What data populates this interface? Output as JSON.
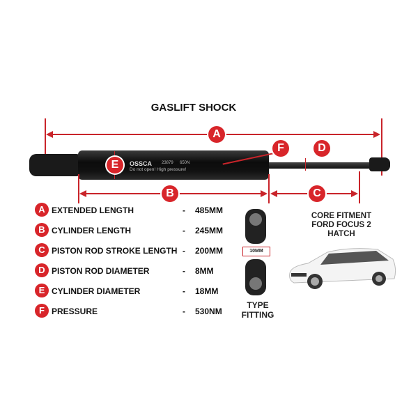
{
  "title": "GASLIFT SHOCK",
  "diagram": {
    "labels": [
      "A",
      "B",
      "C",
      "D",
      "E",
      "F"
    ],
    "brand": "OSSCA",
    "part_no": "23879",
    "force": "650N",
    "warning": "Do not open! High pressure!"
  },
  "specs": [
    {
      "letter": "A",
      "label": "EXTENDED LENGTH",
      "dash": "-",
      "value": "485MM"
    },
    {
      "letter": "B",
      "label": "CYLINDER LENGTH",
      "dash": "-",
      "value": "245MM"
    },
    {
      "letter": "C",
      "label": "PISTON ROD STROKE LENGTH",
      "dash": "-",
      "value": "200MM"
    },
    {
      "letter": "D",
      "label": "PISTON ROD DIAMETER",
      "dash": "-",
      "value": "8MM"
    },
    {
      "letter": "E",
      "label": "CYLINDER DIAMETER",
      "dash": "-",
      "value": "18MM"
    },
    {
      "letter": "F",
      "label": "PRESSURE",
      "dash": "-",
      "value": "530NM"
    }
  ],
  "fitting": {
    "size": "10MM",
    "line1": "TYPE",
    "line2": "FITTING"
  },
  "fitment": {
    "line1": "CORE FITMENT",
    "line2": "FORD FOCUS 2",
    "line3": "HATCH"
  },
  "colors": {
    "accent": "#d8252a"
  }
}
